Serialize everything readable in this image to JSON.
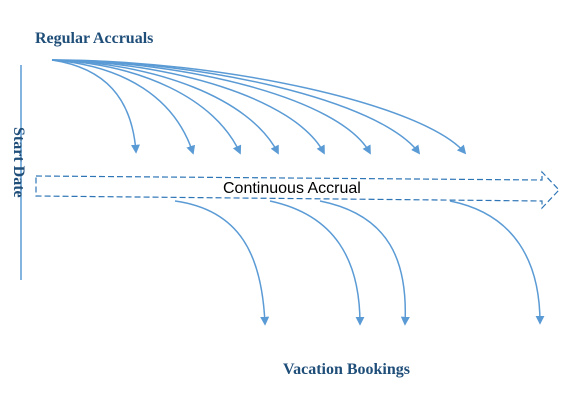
{
  "diagram": {
    "regular_accruals_label": "Regular Accruals",
    "start_date_label": "Start Date",
    "continuous_accrual_label": "Continuous Accrual",
    "vacation_bookings_label": "Vacation Bookings",
    "colors": {
      "arrow": "#5B9BD5",
      "heading_text": "#1F4E79",
      "band_text": "#000000",
      "band_border": "#2E75B6"
    }
  }
}
